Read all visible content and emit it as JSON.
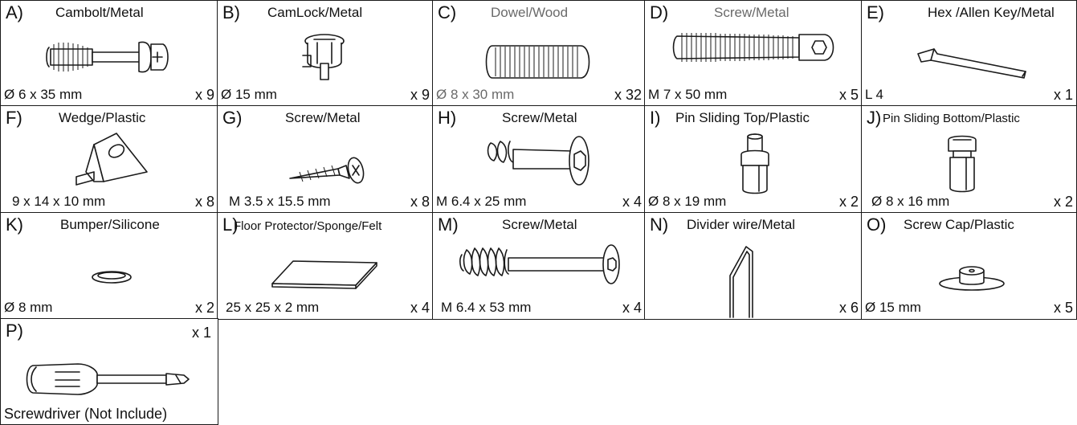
{
  "parts": [
    {
      "letter": "A)",
      "name": "Cambolt/Metal",
      "dimension": "Ø 6 x 35 mm",
      "quantity": "x 9",
      "icon": "cambolt-icon"
    },
    {
      "letter": "B)",
      "name": "CamLock/Metal",
      "dimension": "Ø 15 mm",
      "quantity": "x 9",
      "icon": "camlock-icon"
    },
    {
      "letter": "C)",
      "name": "Dowel/Wood",
      "dimension": "Ø 8 x 30 mm",
      "quantity": "x 32",
      "icon": "dowel-icon"
    },
    {
      "letter": "D)",
      "name": "Screw/Metal",
      "dimension": "M 7 x 50 mm",
      "quantity": "x 5",
      "icon": "long-screw-icon"
    },
    {
      "letter": "E)",
      "name": "Hex /Allen Key/Metal",
      "dimension": "L 4",
      "quantity": "x 1",
      "icon": "allen-key-icon"
    },
    {
      "letter": "F)",
      "name": "Wedge/Plastic",
      "dimension": "9 x 14 x 10 mm",
      "quantity": "x 8",
      "icon": "wedge-icon"
    },
    {
      "letter": "G)",
      "name": "Screw/Metal",
      "dimension": "M 3.5 x 15.5 mm",
      "quantity": "x 8",
      "icon": "wood-screw-icon"
    },
    {
      "letter": "H)",
      "name": "Screw/Metal",
      "dimension": "M 6.4 x 25 mm",
      "quantity": "x 4",
      "icon": "hex-screw-icon"
    },
    {
      "letter": "I)",
      "name": "Pin Sliding Top/Plastic",
      "dimension": "Ø 8 x 19 mm",
      "quantity": "x 2",
      "icon": "pin-top-icon"
    },
    {
      "letter": "J)",
      "name": "Pin Sliding Bottom/Plastic",
      "dimension": "Ø 8 x 16 mm",
      "quantity": "x 2",
      "icon": "pin-bottom-icon"
    },
    {
      "letter": "K)",
      "name": "Bumper/Silicone",
      "dimension": "Ø 8 mm",
      "quantity": "x 2",
      "icon": "bumper-icon"
    },
    {
      "letter": "L)",
      "name": "Floor Protector/Sponge/Felt",
      "dimension": "25 x 25 x 2 mm",
      "quantity": "x 4",
      "icon": "felt-pad-icon"
    },
    {
      "letter": "M)",
      "name": "Screw/Metal",
      "dimension": "M 6.4 x 53 mm",
      "quantity": "x 4",
      "icon": "long-hex-screw-icon"
    },
    {
      "letter": "N)",
      "name": "Divider wire/Metal",
      "dimension": "",
      "quantity": "x 6",
      "icon": "divider-wire-icon"
    },
    {
      "letter": "O)",
      "name": "Screw Cap/Plastic",
      "dimension": "Ø 15 mm",
      "quantity": "x 5",
      "icon": "screw-cap-icon"
    }
  ],
  "tool": {
    "letter": "P)",
    "quantity": "x 1",
    "caption": "Screwdriver (Not Include)",
    "icon": "screwdriver-icon"
  }
}
